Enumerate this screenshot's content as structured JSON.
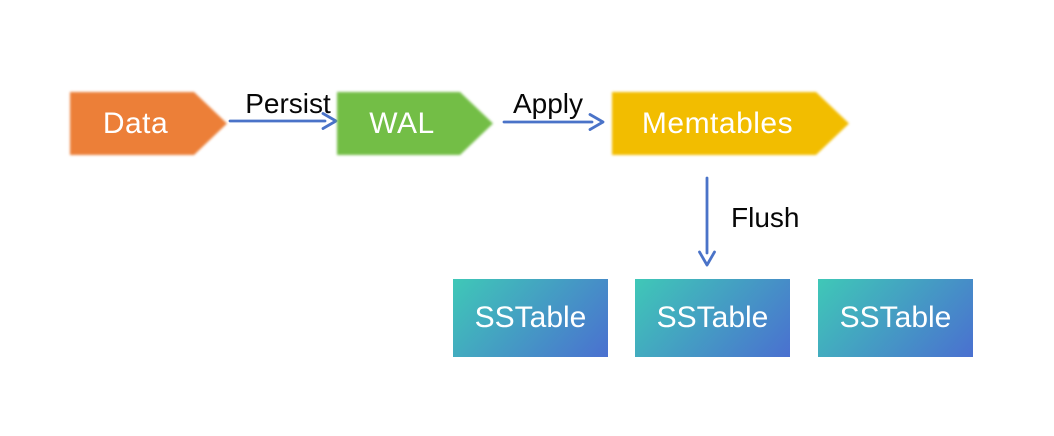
{
  "diagram": {
    "background": "#ffffff",
    "arrow_color": "#4a73c8",
    "edge_label_color": "#070707",
    "nodes": {
      "data": {
        "label": "Data",
        "shape": "pentagon-arrow",
        "fill": "#ec7f38",
        "text_color": "#ffffff"
      },
      "wal": {
        "label": "WAL",
        "shape": "pentagon-arrow",
        "fill": "#73be46",
        "text_color": "#ffffff"
      },
      "memtables": {
        "label": "Memtables",
        "shape": "pentagon-arrow",
        "fill": "#f2bd00",
        "text_color": "#ffffff"
      },
      "sstables": {
        "shape": "rect",
        "gradient_start": "#3fc8b7",
        "gradient_end": "#4a70d0",
        "text_color": "#ffffff",
        "labels": [
          "SSTable",
          "SSTable",
          "SSTable"
        ]
      }
    },
    "edges": {
      "persist": {
        "label": "Persist",
        "from": "Data",
        "to": "WAL",
        "direction": "right"
      },
      "apply": {
        "label": "Apply",
        "from": "WAL",
        "to": "Memtables",
        "direction": "right"
      },
      "flush": {
        "label": "Flush",
        "from": "Memtables",
        "to": "SSTable",
        "direction": "down"
      }
    }
  }
}
